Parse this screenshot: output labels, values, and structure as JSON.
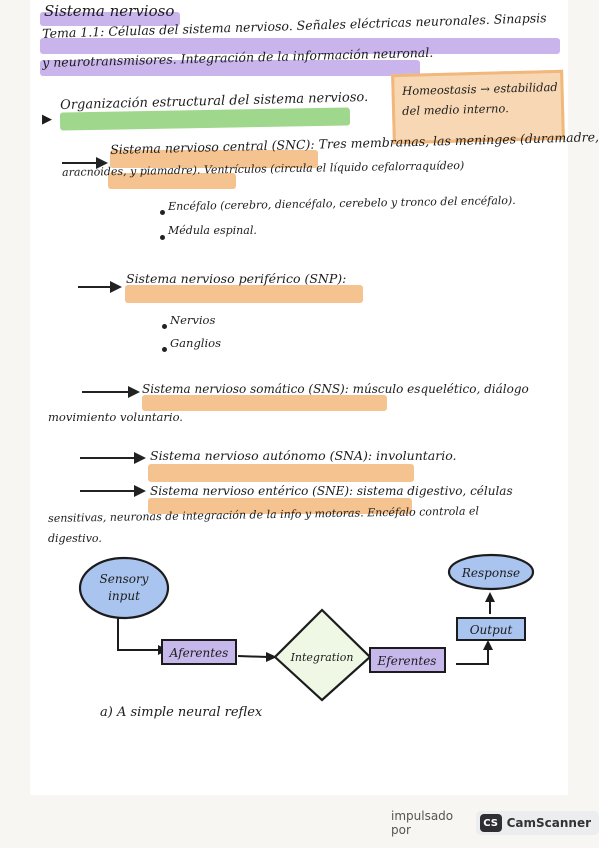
{
  "header": {
    "title": "Sistema nervioso",
    "topic_line1": "Tema 1.1: Células del sistema nervioso. Señales eléctricas neuronales. Sinapsis",
    "topic_line2": "y neurotransmisores. Integración de la información neuronal."
  },
  "section": {
    "title": "Organización estructural del sistema nervioso."
  },
  "side_note": {
    "line1": "Homeostasis → estabilidad",
    "line2": "del medio interno."
  },
  "snc": {
    "line1": "Sistema nervioso central (SNC): Tres membranas, las meninges (duramadre,",
    "line2": "aracnoides, y piamadre). Ventrículos (circula el líquido cefalorraquídeo)",
    "bullets": [
      "Encéfalo (cerebro, diencéfalo, cerebelo y tronco del encéfalo).",
      "Médula espinal."
    ]
  },
  "snp": {
    "line": "Sistema nervioso periférico (SNP):",
    "bullets": [
      "Nervios",
      "Ganglios"
    ]
  },
  "sns": {
    "line1": "Sistema nervioso somático (SNS): músculo esquelético, diálogo",
    "line2": "movimiento voluntario."
  },
  "sna": {
    "line": "Sistema nervioso autónomo (SNA): involuntario."
  },
  "sne": {
    "line1": "Sistema nervioso entérico (SNE): sistema digestivo, células",
    "line2": "sensitivas, neuronas de integración de la info y motoras. Encéfalo controla el",
    "line3": "digestivo."
  },
  "diagram": {
    "sensory_input_line1": "Sensory",
    "sensory_input_line2": "input",
    "afferents": "Aferentes",
    "integration": "Integration",
    "efferents": "Eferentes",
    "output": "Output",
    "response": "Response",
    "caption": "a) A simple neural reflex",
    "colors": {
      "node_blue": "#a9c4ef",
      "node_green": "#eef8e4",
      "node_purple": "#c7b8ec"
    }
  },
  "footer": {
    "label": "impulsado por",
    "logo_text": "CS",
    "brand": "CamScanner"
  }
}
